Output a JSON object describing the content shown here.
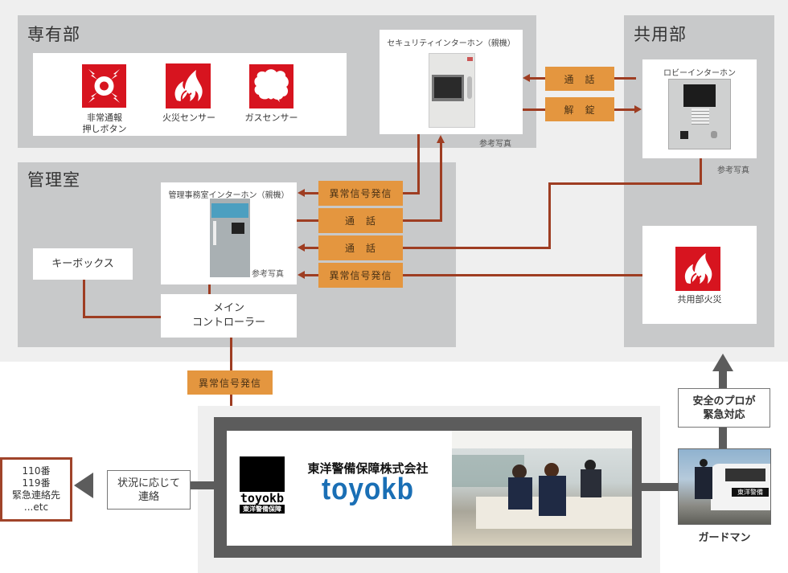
{
  "zones": {
    "private": {
      "title": "専有部"
    },
    "common": {
      "title": "共用部"
    },
    "management": {
      "title": "管理室"
    }
  },
  "private_devices": [
    {
      "icon": "emergency-button-icon",
      "label_line1": "非常通報",
      "label_line2": "押しボタン"
    },
    {
      "icon": "fire-icon",
      "label_line1": "火災センサー",
      "label_line2": ""
    },
    {
      "icon": "gas-cloud-icon",
      "label_line1": "ガスセンサー",
      "label_line2": ""
    }
  ],
  "security_intercom": {
    "title": "セキュリティインターホン（親機）",
    "note": "参考写真"
  },
  "lobby_intercom": {
    "title": "ロビーインターホン",
    "note": "参考写真"
  },
  "management_intercom": {
    "title": "管理事務室インターホン（親機）",
    "note": "参考写真"
  },
  "common_fire": {
    "label": "共用部火災"
  },
  "key_box": {
    "label": "キーボックス"
  },
  "main_controller": {
    "line1": "メイン",
    "line2": "コントローラー"
  },
  "signals": {
    "call": "通　話",
    "unlock": "解　錠",
    "alarm": "異常信号発信"
  },
  "company": {
    "name_jp": "東洋警備保障株式会社",
    "brand": "toyokb",
    "logo_small": "toyokb",
    "logo_small_jp": "東洋警備保障"
  },
  "contact": {
    "line1": "状況に応じて",
    "line2": "連絡"
  },
  "emergency_contacts": [
    "110番",
    "119番",
    "緊急連絡先",
    "...etc"
  ],
  "response": {
    "line1": "安全のプロが",
    "line2": "緊急対応"
  },
  "guardman": {
    "label": "ガードマン",
    "car_text": "東洋警備"
  },
  "colors": {
    "accent_orange": "#e4963f",
    "wire": "#9e3d22",
    "icon_red": "#d7141f",
    "brand_blue": "#1a6fb5",
    "zone_gray": "#c8c9ca"
  }
}
